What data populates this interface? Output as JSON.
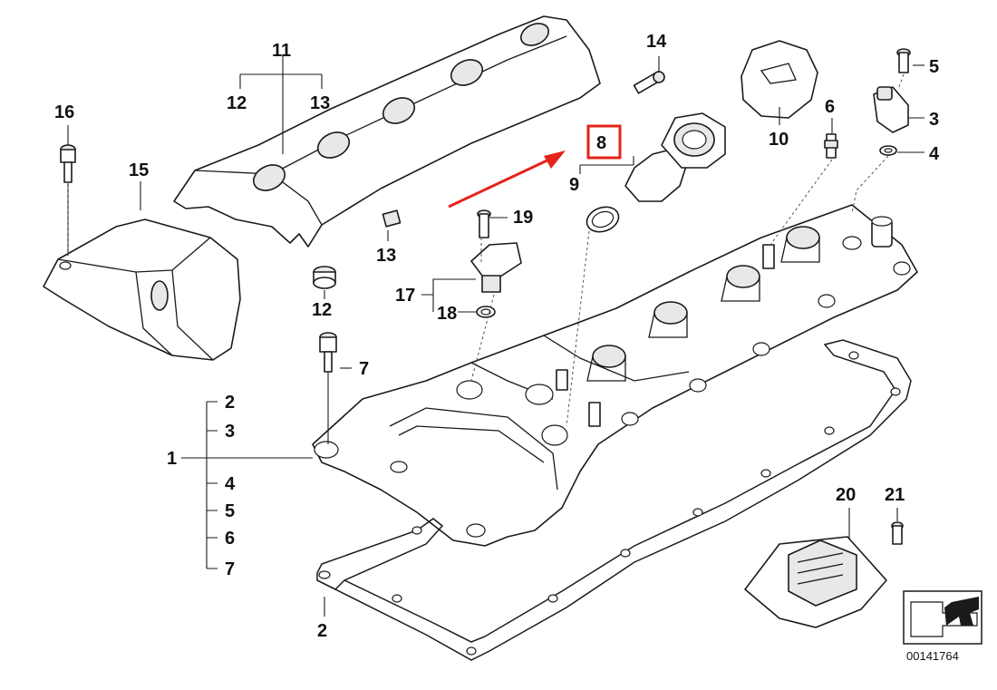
{
  "diagram": {
    "doc_number": "00141764",
    "highlight_color": "#e5231b",
    "arrow_color": "#e5231b",
    "labels": {
      "p1": "1",
      "p2a": "2",
      "p2b": "2",
      "p3a": "3",
      "p3b": "3",
      "p4a": "4",
      "p4b": "4",
      "p5a": "5",
      "p5b": "5",
      "p6a": "6",
      "p6b": "6",
      "p7a": "7",
      "p7b": "7",
      "p8": "8",
      "p9": "9",
      "p10": "10",
      "p11": "11",
      "p12a": "12",
      "p12b": "12",
      "p13a": "13",
      "p13b": "13",
      "p14": "14",
      "p15": "15",
      "p16": "16",
      "p17": "17",
      "p18": "18",
      "p19": "19",
      "p20": "20",
      "p21": "21"
    }
  }
}
